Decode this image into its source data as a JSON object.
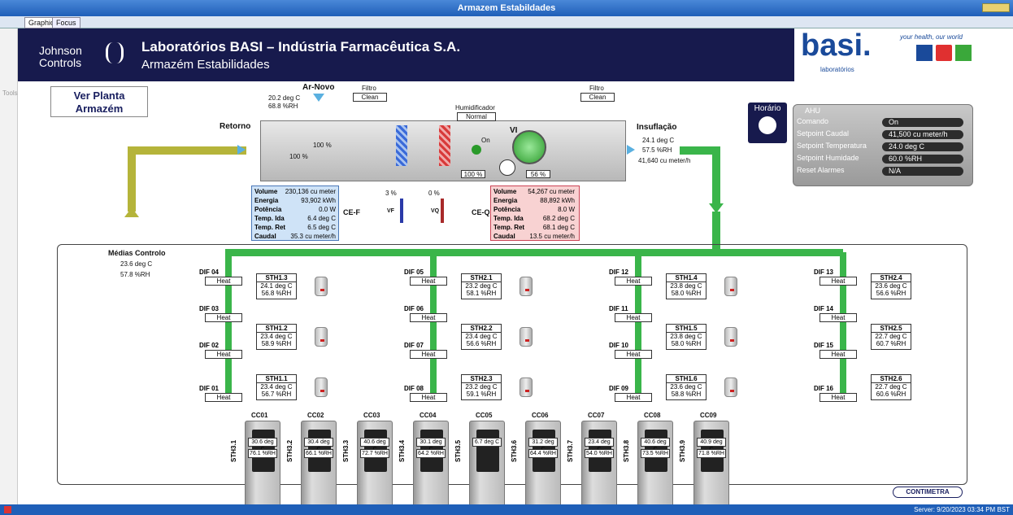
{
  "window": {
    "title": "Armazem Estabildades",
    "tabs": [
      "Graphic",
      "Focus"
    ]
  },
  "header": {
    "company": "Johnson Controls",
    "title": "Laboratórios BASI – Indústria Farmacêutica S.A.",
    "subtitle": "Armazém Estabilidades",
    "brand": "basi.",
    "brand_sub": "laboratórios",
    "tagline": "your health, our world"
  },
  "left_tool": "Tools",
  "plant_button": "Ver Planta Armazém",
  "ahu": {
    "ar_novo": {
      "label": "Ar-Novo",
      "temp": "20.2 deg C",
      "rh": "68.8 %RH"
    },
    "filtro1": {
      "label": "Filtro",
      "state": "Clean"
    },
    "filtro2": {
      "label": "Filtro",
      "state": "Clean"
    },
    "humidificador": {
      "label": "Humidificador",
      "state": "Normal"
    },
    "retorno": "Retorno",
    "insuflacao": {
      "label": "Insuflação",
      "temp": "24.1 deg C",
      "rh": "57.5 %RH",
      "flow": "41,640 cu meter/h"
    },
    "damper1": "100 %",
    "damper2": "100 %",
    "vi": "VI",
    "on": "On",
    "hum_pct": "100 %",
    "fan_pct": "56 %",
    "vf_pct": "3 %",
    "vq_pct": "0 %",
    "vf": "VF",
    "vq": "VQ",
    "cef": "CE-F",
    "ceq": "CE-Q"
  },
  "cold": {
    "rows": [
      [
        "Volume",
        "230,136 cu meter"
      ],
      [
        "Energia",
        "93,902 kWh"
      ],
      [
        "Potência",
        "0.0 W"
      ],
      [
        "Temp. Ida",
        "6.4 deg C"
      ],
      [
        "Temp. Ret",
        "6.5 deg C"
      ],
      [
        "Caudal",
        "35.3 cu meter/h"
      ]
    ]
  },
  "hot": {
    "rows": [
      [
        "Volume",
        "54,267 cu meter"
      ],
      [
        "Energia",
        "88,892 kWh"
      ],
      [
        "Potência",
        "8.0 W"
      ],
      [
        "Temp. Ida",
        "68.2 deg C"
      ],
      [
        "Temp. Ret",
        "68.1 deg C"
      ],
      [
        "Caudal",
        "13.5 cu meter/h"
      ]
    ]
  },
  "medias": {
    "label": "Médias Controlo",
    "temp": "23.6 deg C",
    "rh": "57.8 %RH"
  },
  "horario": "Horário",
  "panel": {
    "title": "AHU",
    "rows": [
      [
        "Comando",
        "On"
      ],
      [
        "Setpoint Caudal",
        "41,500 cu meter/h"
      ],
      [
        "Setpoint Temperatura",
        "24.0 deg C"
      ],
      [
        "Setpoint Humidade",
        "60.0 %RH"
      ],
      [
        "Reset Alarmes",
        "N/A"
      ]
    ]
  },
  "difs": [
    [
      "DIF 04",
      "Heat"
    ],
    [
      "DIF 03",
      "Heat"
    ],
    [
      "DIF 02",
      "Heat"
    ],
    [
      "DIF 01",
      "Heat"
    ],
    [
      "DIF 05",
      "Heat"
    ],
    [
      "DIF 06",
      "Heat"
    ],
    [
      "DIF 07",
      "Heat"
    ],
    [
      "DIF 08",
      "Heat"
    ],
    [
      "DIF 12",
      "Heat"
    ],
    [
      "DIF 11",
      "Heat"
    ],
    [
      "DIF 10",
      "Heat"
    ],
    [
      "DIF 09",
      "Heat"
    ],
    [
      "DIF 13",
      "Heat"
    ],
    [
      "DIF 14",
      "Heat"
    ],
    [
      "DIF 15",
      "Heat"
    ],
    [
      "DIF 16",
      "Heat"
    ]
  ],
  "sths": [
    [
      "STH1.3",
      "24.1 deg C",
      "56.8 %RH"
    ],
    [
      "STH1.2",
      "23.4 deg C",
      "58.9 %RH"
    ],
    [
      "STH1.1",
      "23.4 deg C",
      "56.7 %RH"
    ],
    [
      "STH2.1",
      "23.2 deg C",
      "58.1 %RH"
    ],
    [
      "STH2.2",
      "23.4 deg C",
      "56.6 %RH"
    ],
    [
      "STH2.3",
      "23.2 deg C",
      "59.1 %RH"
    ],
    [
      "STH1.4",
      "23.8 deg C",
      "58.0 %RH"
    ],
    [
      "STH1.5",
      "23.8 deg C",
      "58.0 %RH"
    ],
    [
      "STH1.6",
      "23.6 deg C",
      "58.8 %RH"
    ],
    [
      "STH2.4",
      "23.6 deg C",
      "56.6 %RH"
    ],
    [
      "STH2.5",
      "22.7 deg C",
      "60.7 %RH"
    ],
    [
      "STH2.6",
      "22.7 deg C",
      "60.6 %RH"
    ]
  ],
  "cabinets": [
    [
      "CC01",
      "STH3.1",
      "30.6 deg C",
      "76.1 %RH"
    ],
    [
      "CC02",
      "STH3.2",
      "30.4 deg C",
      "66.1 %RH"
    ],
    [
      "CC03",
      "STH3.3",
      "40.6 deg C",
      "72.7 %RH"
    ],
    [
      "CC04",
      "STH3.4",
      "30.1 deg C",
      "64.2 %RH"
    ],
    [
      "CC05",
      "STH3.5",
      "6.7 deg C",
      ""
    ],
    [
      "CC06",
      "STH3.6",
      "31.2 deg C",
      "64.4 %RH"
    ],
    [
      "CC07",
      "STH3.7",
      "23.4 deg C",
      "54.0 %RH"
    ],
    [
      "CC08",
      "STH3.8",
      "40.6 deg C",
      "73.5 %RH"
    ],
    [
      "CC09",
      "STH3.9",
      "40.9 deg C",
      "71.8 %RH"
    ]
  ],
  "footer": {
    "brand": "CONTIMETRA",
    "server": "Server: 9/20/2023 03:34 PM BST"
  }
}
